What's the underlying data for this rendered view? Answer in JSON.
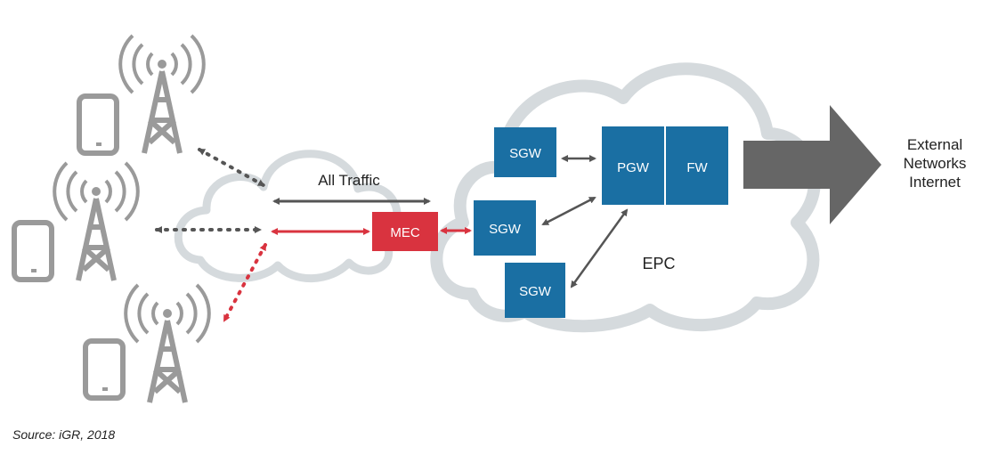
{
  "diagram": {
    "labels": {
      "all_traffic": "All Traffic",
      "mec": "MEC",
      "sgw": "SGW",
      "pgw": "PGW",
      "fw": "FW",
      "epc": "EPC",
      "external_line1": "External",
      "external_line2": "Networks",
      "external_line3": "Internet"
    },
    "colors": {
      "core_node": "#1a6fa3",
      "mec_node": "#d9333f",
      "cloud_stroke": "#d5dadd",
      "device_gray": "#9a9a9a",
      "arrow_gray": "#555555",
      "big_arrow": "#666666"
    },
    "icons": [
      "smartphone-icon",
      "cell-tower-icon",
      "cloud-icon"
    ]
  },
  "footer": {
    "source": "Source: iGR, 2018"
  }
}
